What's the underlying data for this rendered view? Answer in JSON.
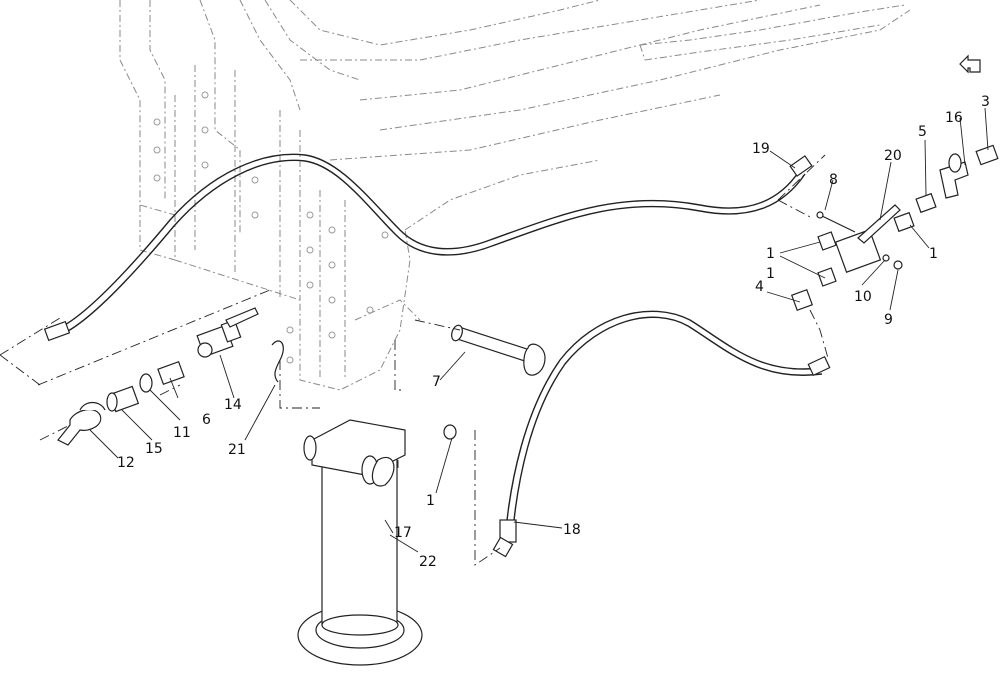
{
  "diagram": {
    "nav_icon": "return-arrow-icon",
    "callouts": [
      {
        "id": "c1a",
        "text": "1"
      },
      {
        "id": "c1b",
        "text": "1"
      },
      {
        "id": "c1c",
        "text": "1"
      },
      {
        "id": "c1d",
        "text": "1"
      },
      {
        "id": "c3",
        "text": "3"
      },
      {
        "id": "c4",
        "text": "4"
      },
      {
        "id": "c5",
        "text": "5"
      },
      {
        "id": "c6",
        "text": "6"
      },
      {
        "id": "c7",
        "text": "7"
      },
      {
        "id": "c8",
        "text": "8"
      },
      {
        "id": "c9",
        "text": "9"
      },
      {
        "id": "c10",
        "text": "10"
      },
      {
        "id": "c11",
        "text": "11"
      },
      {
        "id": "c12",
        "text": "12"
      },
      {
        "id": "c14",
        "text": "14"
      },
      {
        "id": "c15",
        "text": "15"
      },
      {
        "id": "c16",
        "text": "16"
      },
      {
        "id": "c17",
        "text": "17"
      },
      {
        "id": "c18",
        "text": "18"
      },
      {
        "id": "c19",
        "text": "19"
      },
      {
        "id": "c20",
        "text": "20"
      },
      {
        "id": "c21",
        "text": "21"
      },
      {
        "id": "c22",
        "text": "22"
      }
    ]
  }
}
